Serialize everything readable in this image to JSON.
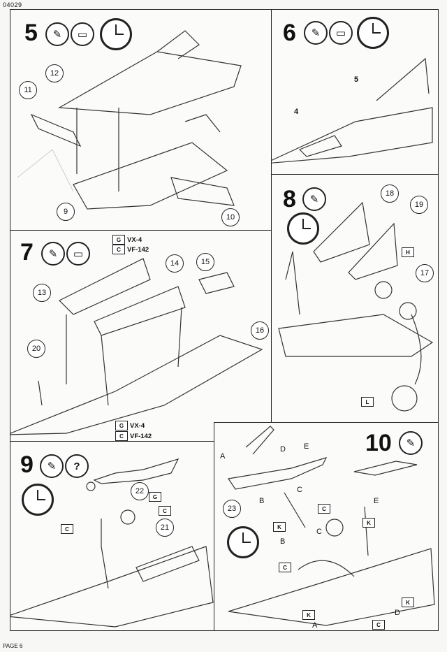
{
  "header": {
    "ref": "04029"
  },
  "footer": {
    "page": "PAGE 6"
  },
  "steps": {
    "s5": {
      "num": "5",
      "parts": [
        "12",
        "11",
        "9",
        "10"
      ]
    },
    "s6": {
      "num": "6",
      "parts": [
        "5",
        "4"
      ]
    },
    "s7": {
      "num": "7",
      "parts": [
        "13",
        "14",
        "15",
        "16",
        "20"
      ],
      "tags_top": [
        "VX-4",
        "VF-142"
      ],
      "tags_bottom": [
        "VX-4",
        "VF-142"
      ],
      "tag_codes_top": [
        "G",
        "C"
      ],
      "tag_codes_bottom": [
        "G",
        "C"
      ]
    },
    "s8": {
      "num": "8",
      "parts": [
        "18",
        "19",
        "17"
      ],
      "tags": [
        "H",
        "L"
      ]
    },
    "s9": {
      "num": "9",
      "parts": [
        "22",
        "21"
      ],
      "tags": [
        "G",
        "C",
        "C"
      ],
      "help": "?"
    },
    "s10": {
      "num": "10",
      "parts": [
        "23"
      ],
      "letters": [
        "A",
        "D",
        "E",
        "B",
        "C",
        "E",
        "B",
        "C",
        "D",
        "A"
      ],
      "tags": [
        "C",
        "K",
        "K",
        "C",
        "K",
        "K",
        "C"
      ]
    }
  },
  "icons": {
    "glue": "glue-icon",
    "paint": "paint-icon",
    "clock": "clock-icon"
  }
}
